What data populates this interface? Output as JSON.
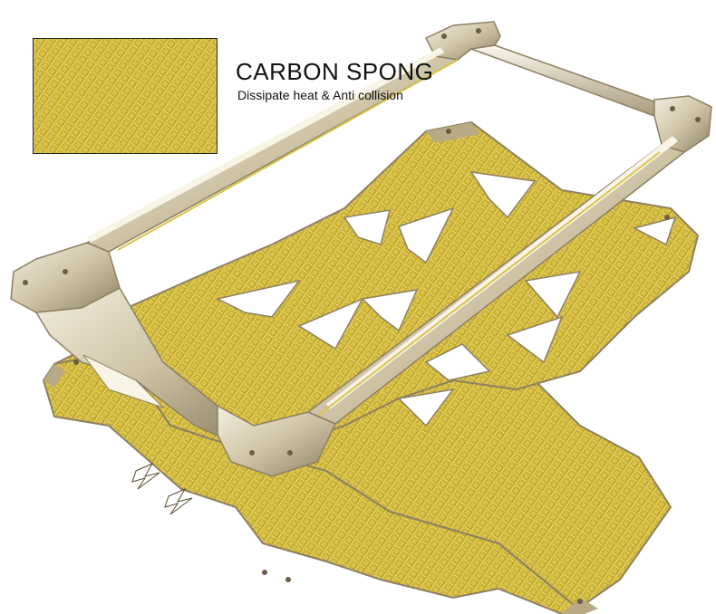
{
  "caption": {
    "title": "CARBON SPONG",
    "subtitle": "Dissipate heat & Anti collision"
  },
  "colors": {
    "carbon_base": "#d9c24a",
    "carbon_light": "#f2e27a",
    "carbon_dark": "#8a7418",
    "metal_light": "#f3eee0",
    "metal_mid": "#cfc4a6",
    "metal_dark": "#8d8062",
    "background": "#ffffff"
  },
  "icons": [
    "carbon-fiber-swatch",
    "lightning-bolt-icon"
  ]
}
